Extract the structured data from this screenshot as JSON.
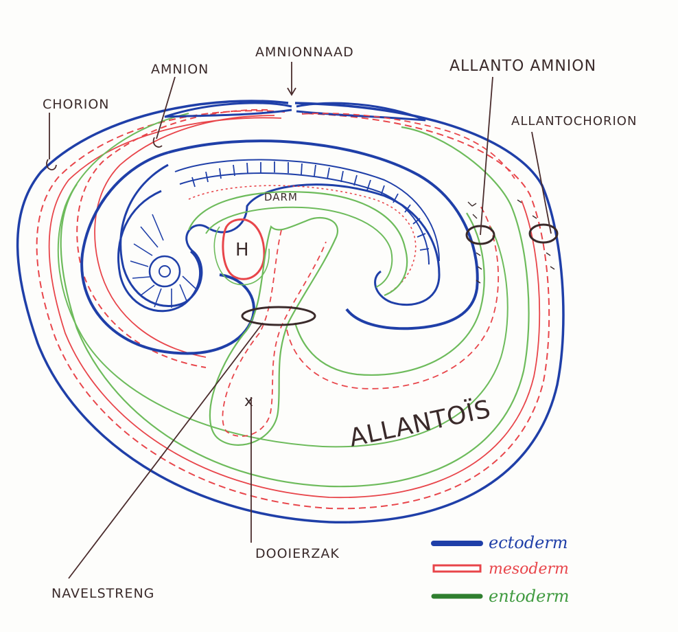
{
  "diagram": {
    "labels": {
      "amnionnaad": "AMNIONNAAD",
      "amnion": "AMNION",
      "chorion": "CHORION",
      "allanto_amnion": "ALLANTO AMNION",
      "allantochorion": "ALLANTOCHORION",
      "darm": "DARM",
      "hart": "H",
      "allantois": "ALLANTOÏS",
      "dooierzak": "DOOIERZAK",
      "navelstreng": "NAVELSTRENG",
      "yolk_mark": "x"
    },
    "legend": [
      {
        "label": "ectoderm",
        "color": "#1f3fa8"
      },
      {
        "label": "mesoderm",
        "color": "#e8454a"
      },
      {
        "label": "entoderm",
        "color": "#3f9a3f"
      }
    ],
    "colors": {
      "ectoderm": "#1f3fa8",
      "mesoderm": "#e8454a",
      "entoderm": "#6dbb5b",
      "label_ink": "#4a2c2c",
      "paper": "#fdfdfb"
    }
  }
}
